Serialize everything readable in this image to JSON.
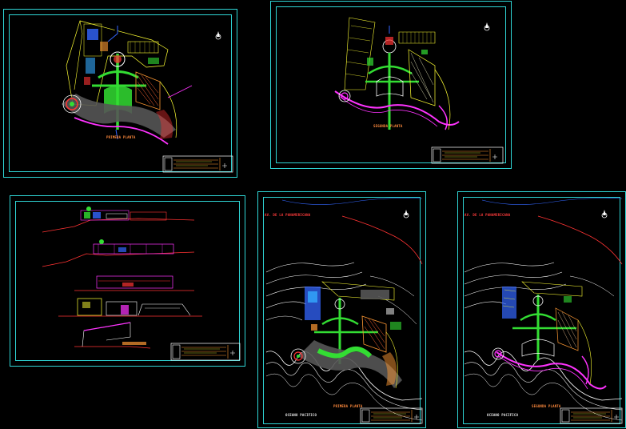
{
  "colors": {
    "background": "#000000",
    "frame": "#2fd6d6",
    "walls": "#ffff00",
    "green": "#33dd33",
    "magenta": "#ff33ff",
    "red": "#ff3333",
    "blue": "#3366ff",
    "orange": "#ff9933",
    "white": "#ffffff"
  },
  "sheets": [
    {
      "id": "sheet-1",
      "label": "PRIMERA PLANTA"
    },
    {
      "id": "sheet-2",
      "label": "SEGUNDA PLANTA"
    },
    {
      "id": "sheet-3",
      "label": ""
    },
    {
      "id": "sheet-4",
      "label": "PRIMERA PLANTA",
      "corner_label": "AV. DE LA PANAMERICANA",
      "ocean_label": "OCEANO PACIFICO"
    },
    {
      "id": "sheet-5",
      "label": "SEGUNDA PLANTA",
      "corner_label": "AV. DE LA PANAMERICANA",
      "ocean_label": "OCEANO PACIFICO"
    }
  ]
}
